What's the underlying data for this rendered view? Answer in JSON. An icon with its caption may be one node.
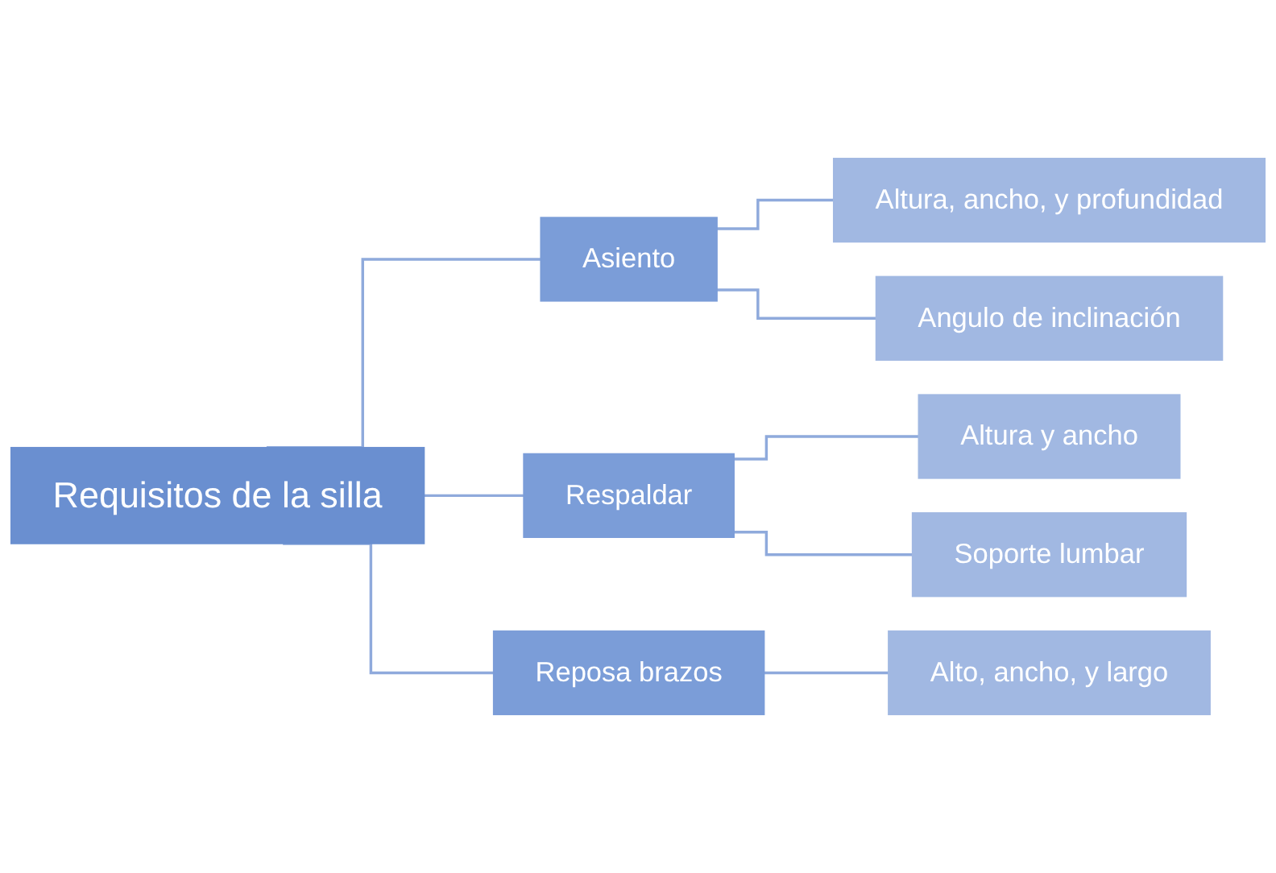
{
  "diagram": {
    "nodes": [
      {
        "text": [
          "Requisitos de la silla"
        ]
      },
      {
        "text": [
          "Asiento"
        ]
      },
      {
        "text": [
          "Altura, ancho, y profundidad"
        ]
      },
      {
        "text": [
          "Angulo de inclinación"
        ]
      },
      {
        "text": [
          "Respaldar"
        ]
      },
      {
        "text": [
          "Altura y ancho"
        ]
      },
      {
        "text": [
          "Soporte lumbar"
        ]
      },
      {
        "text": [
          "Reposa brazos"
        ]
      },
      {
        "text": [
          "Alto, ancho, y largo"
        ]
      }
    ],
    "edges": [
      {
        "from": 0,
        "to": 1,
        "arrow": "none"
      },
      {
        "from": 0,
        "to": 4,
        "arrow": "none"
      },
      {
        "from": 0,
        "to": 7,
        "arrow": "none"
      },
      {
        "from": 1,
        "to": 2,
        "arrow": "none"
      },
      {
        "from": 1,
        "to": 3,
        "arrow": "none"
      },
      {
        "from": 4,
        "to": 5,
        "arrow": "none"
      },
      {
        "from": 4,
        "to": 6,
        "arrow": "none"
      },
      {
        "from": 7,
        "to": 8,
        "arrow": "none"
      }
    ]
  }
}
